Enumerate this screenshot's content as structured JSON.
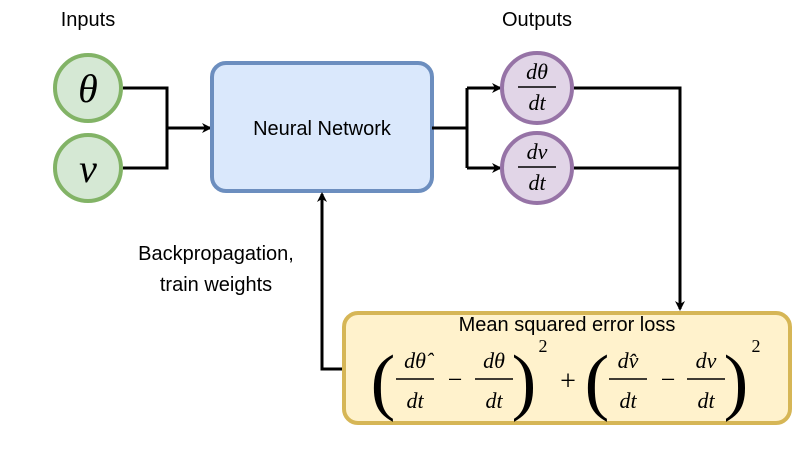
{
  "labels": {
    "inputs": "Inputs",
    "outputs": "Outputs",
    "backprop_line1": "Backpropagation,",
    "backprop_line2": "train weights"
  },
  "inputs": [
    {
      "symbol": "θ"
    },
    {
      "symbol": "v"
    }
  ],
  "network": {
    "label": "Neural Network"
  },
  "outputs": [
    {
      "numerator": "dθ",
      "denominator": "dt"
    },
    {
      "numerator": "dv",
      "denominator": "dt"
    }
  ],
  "loss": {
    "title": "Mean squared error loss",
    "term1": {
      "hat_num": "dθ̂",
      "num": "dθ",
      "den": "dt"
    },
    "term2": {
      "hat_num": "dv̂",
      "num": "dv",
      "den": "dt"
    },
    "minus": "−",
    "plus": "+",
    "exponent": "2"
  },
  "colors": {
    "input_fill": "#d5e8d4",
    "input_stroke": "#82b366",
    "network_fill": "#dae8fc",
    "network_stroke": "#6c8ebf",
    "output_fill": "#e1d5e7",
    "output_stroke": "#9673a6",
    "loss_fill": "#fff2cc",
    "loss_stroke": "#d6b656",
    "arrow": "#000000"
  }
}
